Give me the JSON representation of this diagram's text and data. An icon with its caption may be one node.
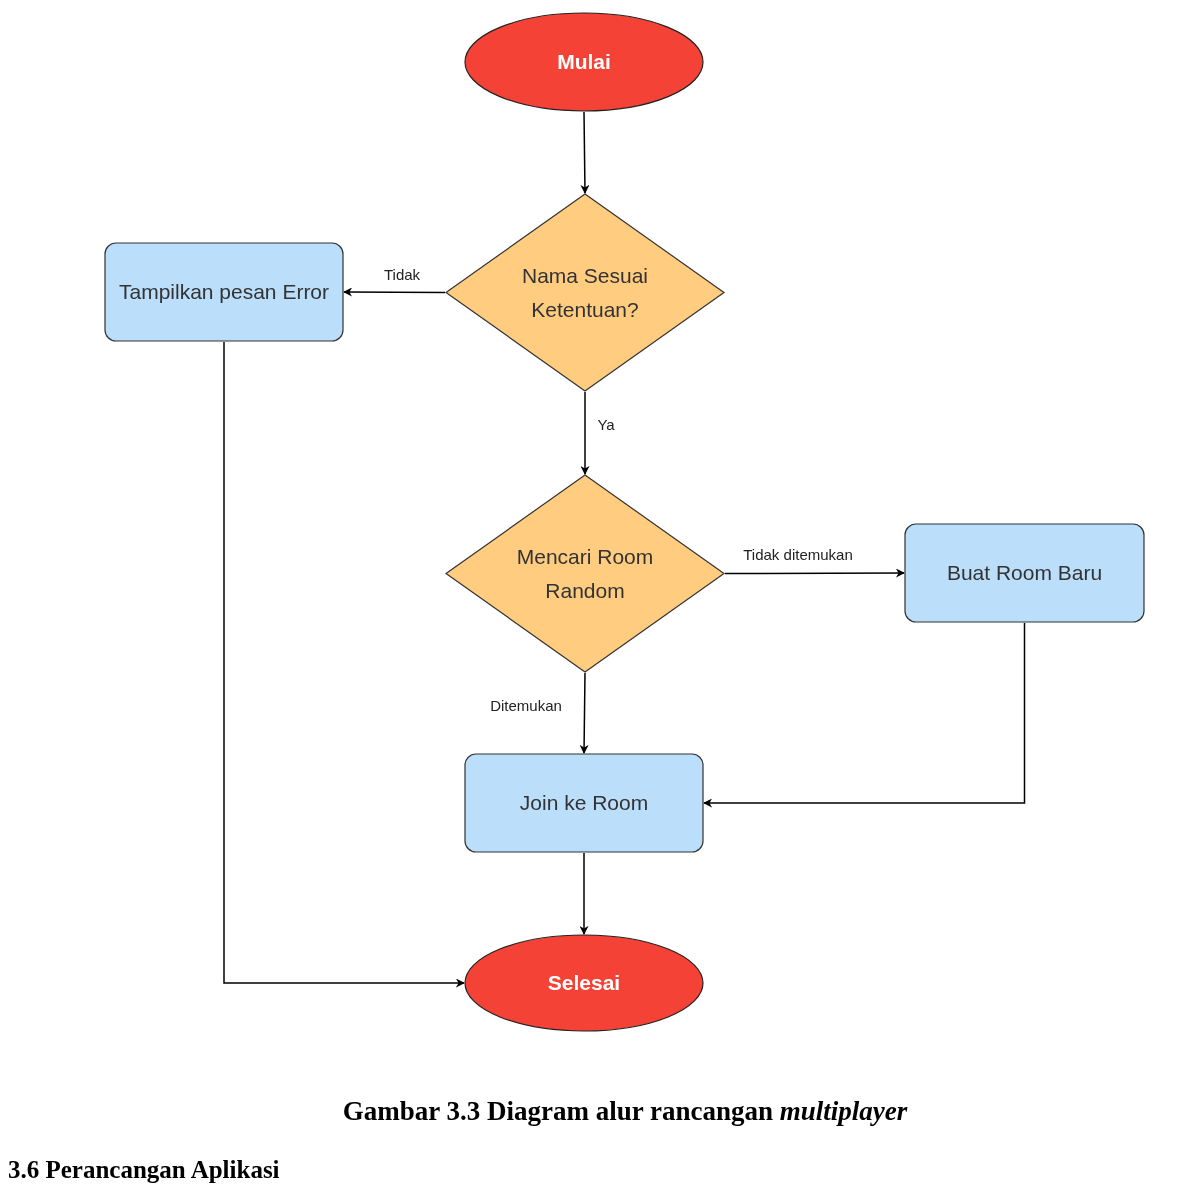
{
  "diagram": {
    "caption": "Gambar 3.3 Diagram alur rancangan *multiplayer*",
    "nodes": [
      {
        "text": [
          "Mulai"
        ]
      },
      {
        "text": [
          "Nama Sesuai Ketentuan?"
        ]
      },
      {
        "text": [
          "Tampilkan pesan Error"
        ]
      },
      {
        "text": [
          "Mencari Room Random"
        ]
      },
      {
        "text": [
          "Buat Room Baru"
        ]
      },
      {
        "text": [
          "Join ke Room"
        ]
      },
      {
        "text": [
          "Selesai"
        ]
      }
    ],
    "edges": [
      {
        "from": 0,
        "to": 1,
        "arrow": "to"
      },
      {
        "from": 1,
        "to": 2,
        "arrow": "to",
        "label": "Tidak"
      },
      {
        "from": 1,
        "to": 3,
        "arrow": "to",
        "label": "Ya"
      },
      {
        "from": 3,
        "to": 4,
        "arrow": "to",
        "label": "Tidak ditemukan"
      },
      {
        "from": 3,
        "to": 5,
        "arrow": "to",
        "label": "Ditemukan"
      },
      {
        "from": 4,
        "to": 5,
        "arrow": "to"
      },
      {
        "from": 5,
        "to": 6,
        "arrow": "to"
      },
      {
        "from": 2,
        "to": 6,
        "arrow": "to"
      }
    ],
    "labels": [
      "3.6 Perancangan Aplikasi"
    ]
  }
}
